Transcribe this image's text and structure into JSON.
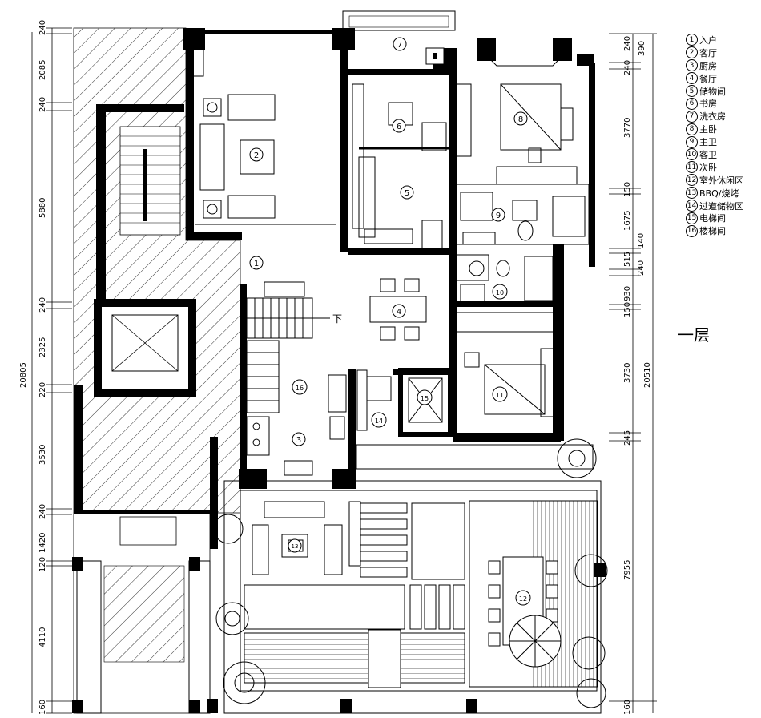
{
  "floor_title": "一层",
  "legend": [
    {
      "num": "1",
      "label": "入户"
    },
    {
      "num": "2",
      "label": "客厅"
    },
    {
      "num": "3",
      "label": "厨房"
    },
    {
      "num": "4",
      "label": "餐厅"
    },
    {
      "num": "5",
      "label": "储物间"
    },
    {
      "num": "6",
      "label": "书房"
    },
    {
      "num": "7",
      "label": "洗衣房"
    },
    {
      "num": "8",
      "label": "主卧"
    },
    {
      "num": "9",
      "label": "主卫"
    },
    {
      "num": "10",
      "label": "客卫"
    },
    {
      "num": "11",
      "label": "次卧"
    },
    {
      "num": "12",
      "label": "室外休闲区"
    },
    {
      "num": "13",
      "label": "BBQ/烧烤"
    },
    {
      "num": "14",
      "label": "过道储物区"
    },
    {
      "num": "15",
      "label": "电梯间"
    },
    {
      "num": "16",
      "label": "楼梯间"
    }
  ],
  "room_markers": [
    "1",
    "2",
    "3",
    "4",
    "5",
    "6",
    "7",
    "8",
    "9",
    "10",
    "11",
    "12",
    "13",
    "14",
    "15",
    "16"
  ],
  "stair_label": "下",
  "left_dimensions": {
    "segments": [
      "240",
      "2085",
      "240",
      "5880",
      "240",
      "2325",
      "220",
      "3530",
      "240",
      "1420",
      "120",
      "4110",
      "160"
    ],
    "total": "20805"
  },
  "right_dimensions": {
    "segments": [
      "240",
      "390",
      "240",
      "3770",
      "150",
      "1675",
      "140",
      "515",
      "240",
      "930",
      "150",
      "3730",
      "245",
      "7955",
      "160"
    ],
    "total": "20510"
  }
}
